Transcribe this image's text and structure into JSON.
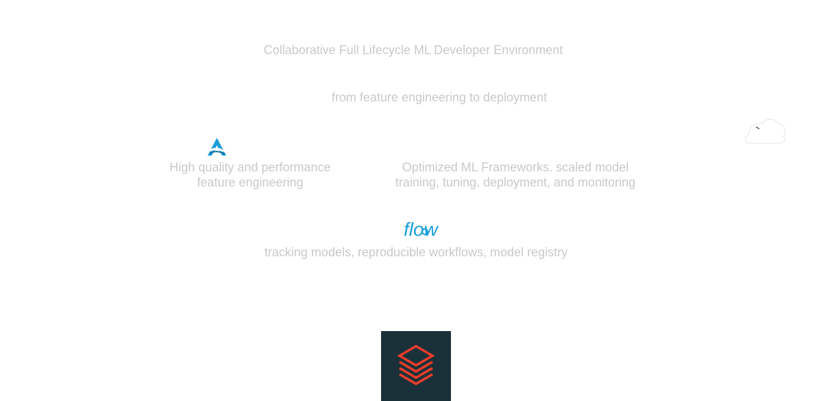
{
  "headline": "Collaborative Full Lifecycle ML Developer Environment",
  "subheadline": "from feature engineering to deployment",
  "features": {
    "icon": "brand-a-icon",
    "lines": [
      "High quality and performance",
      "feature engineering"
    ]
  },
  "ml_frameworks": {
    "icon": "cloud-icon",
    "lines": [
      "Optimized ML Frameworks. scaled model",
      "training, tuning, deployment, and monitoring"
    ]
  },
  "tracking": {
    "logo_text": "flow",
    "text": "tracking models, reproducible workflows, model registry"
  },
  "platform": {
    "icon": "stacked-layers-logo"
  },
  "colors": {
    "caption": "#c9c9c9",
    "accent_blue": "#1a9fd8",
    "logo_bg": "#1b3139",
    "logo_red": "#ee3d2c"
  }
}
